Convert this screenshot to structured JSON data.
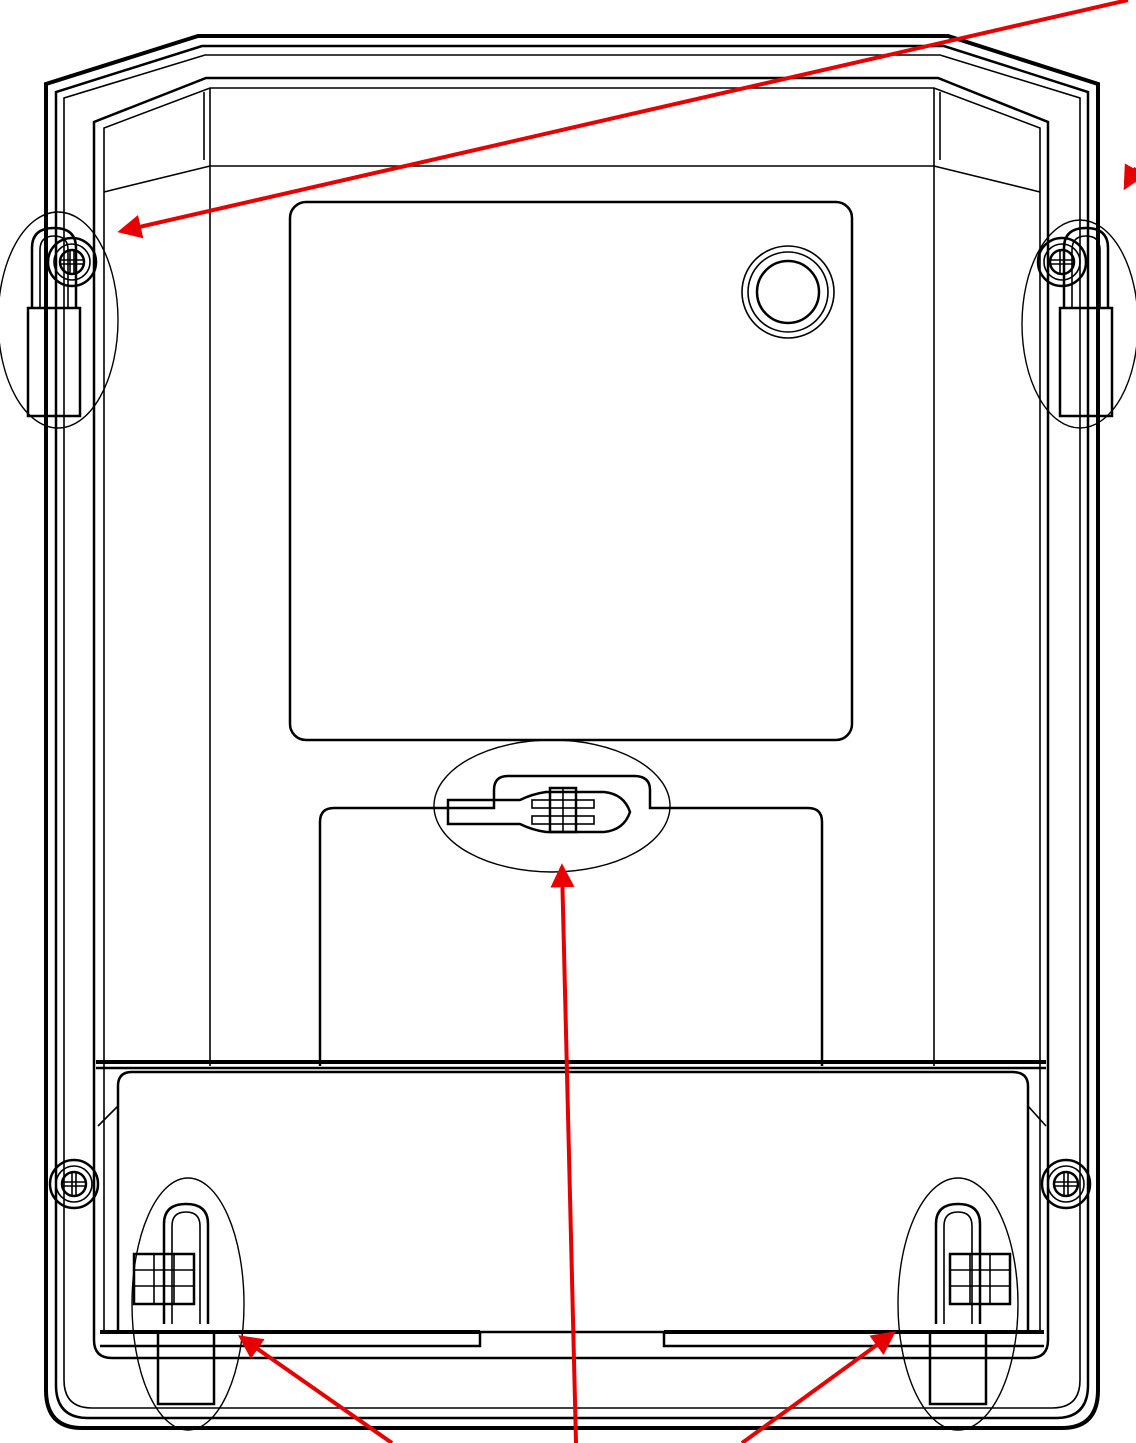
{
  "diagram": {
    "subject": "meter-rear-housing-drawing",
    "colors": {
      "line": "#000000",
      "annotation_arrow": "#e60000",
      "background": "#ffffff"
    },
    "sealing_points": [
      {
        "name": "upper-left-seal"
      },
      {
        "name": "upper-right-seal"
      },
      {
        "name": "center-cover-seal"
      },
      {
        "name": "lower-left-seal"
      },
      {
        "name": "lower-right-seal"
      }
    ],
    "screws": [
      {
        "name": "upper-left-screw"
      },
      {
        "name": "upper-right-screw"
      },
      {
        "name": "lower-left-screw"
      },
      {
        "name": "lower-right-screw"
      }
    ],
    "icons": {
      "screw": "phillips-screw-icon",
      "seal": "lead-seal-icon",
      "knob": "round-knob-icon"
    }
  }
}
